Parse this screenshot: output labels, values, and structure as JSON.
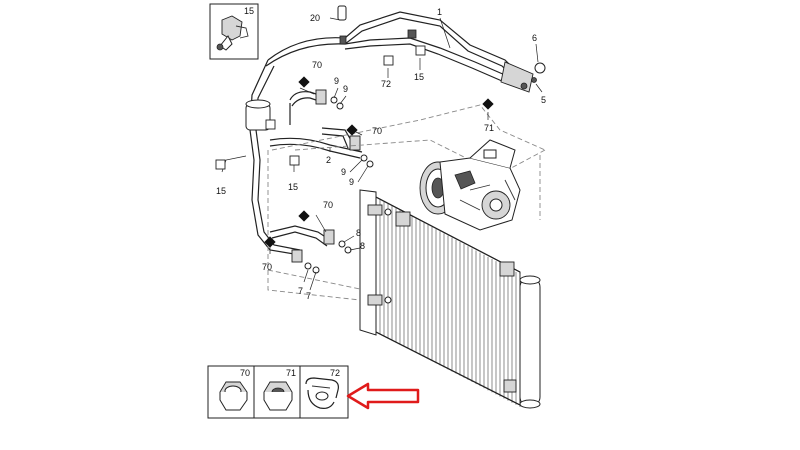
{
  "labels": {
    "p1": "1",
    "p2": "2",
    "p5": "5",
    "p6": "6",
    "p7a": "7",
    "p7b": "7",
    "p8a": "8",
    "p8b": "8",
    "p9a": "9",
    "p9b": "9",
    "p9c": "9",
    "p9d": "9",
    "p15a": "15",
    "p15b": "15",
    "p15c": "15",
    "p15inset": "15",
    "p20": "20",
    "p70a": "70",
    "p70b": "70",
    "p70c": "70",
    "p70d": "70",
    "p71": "71",
    "p72": "72"
  },
  "insets": {
    "nut70": "70",
    "nut71": "71",
    "clip72": "72"
  },
  "colors": {
    "line": "#222222",
    "arrow": "#e01b1b",
    "marker": "#111111"
  }
}
